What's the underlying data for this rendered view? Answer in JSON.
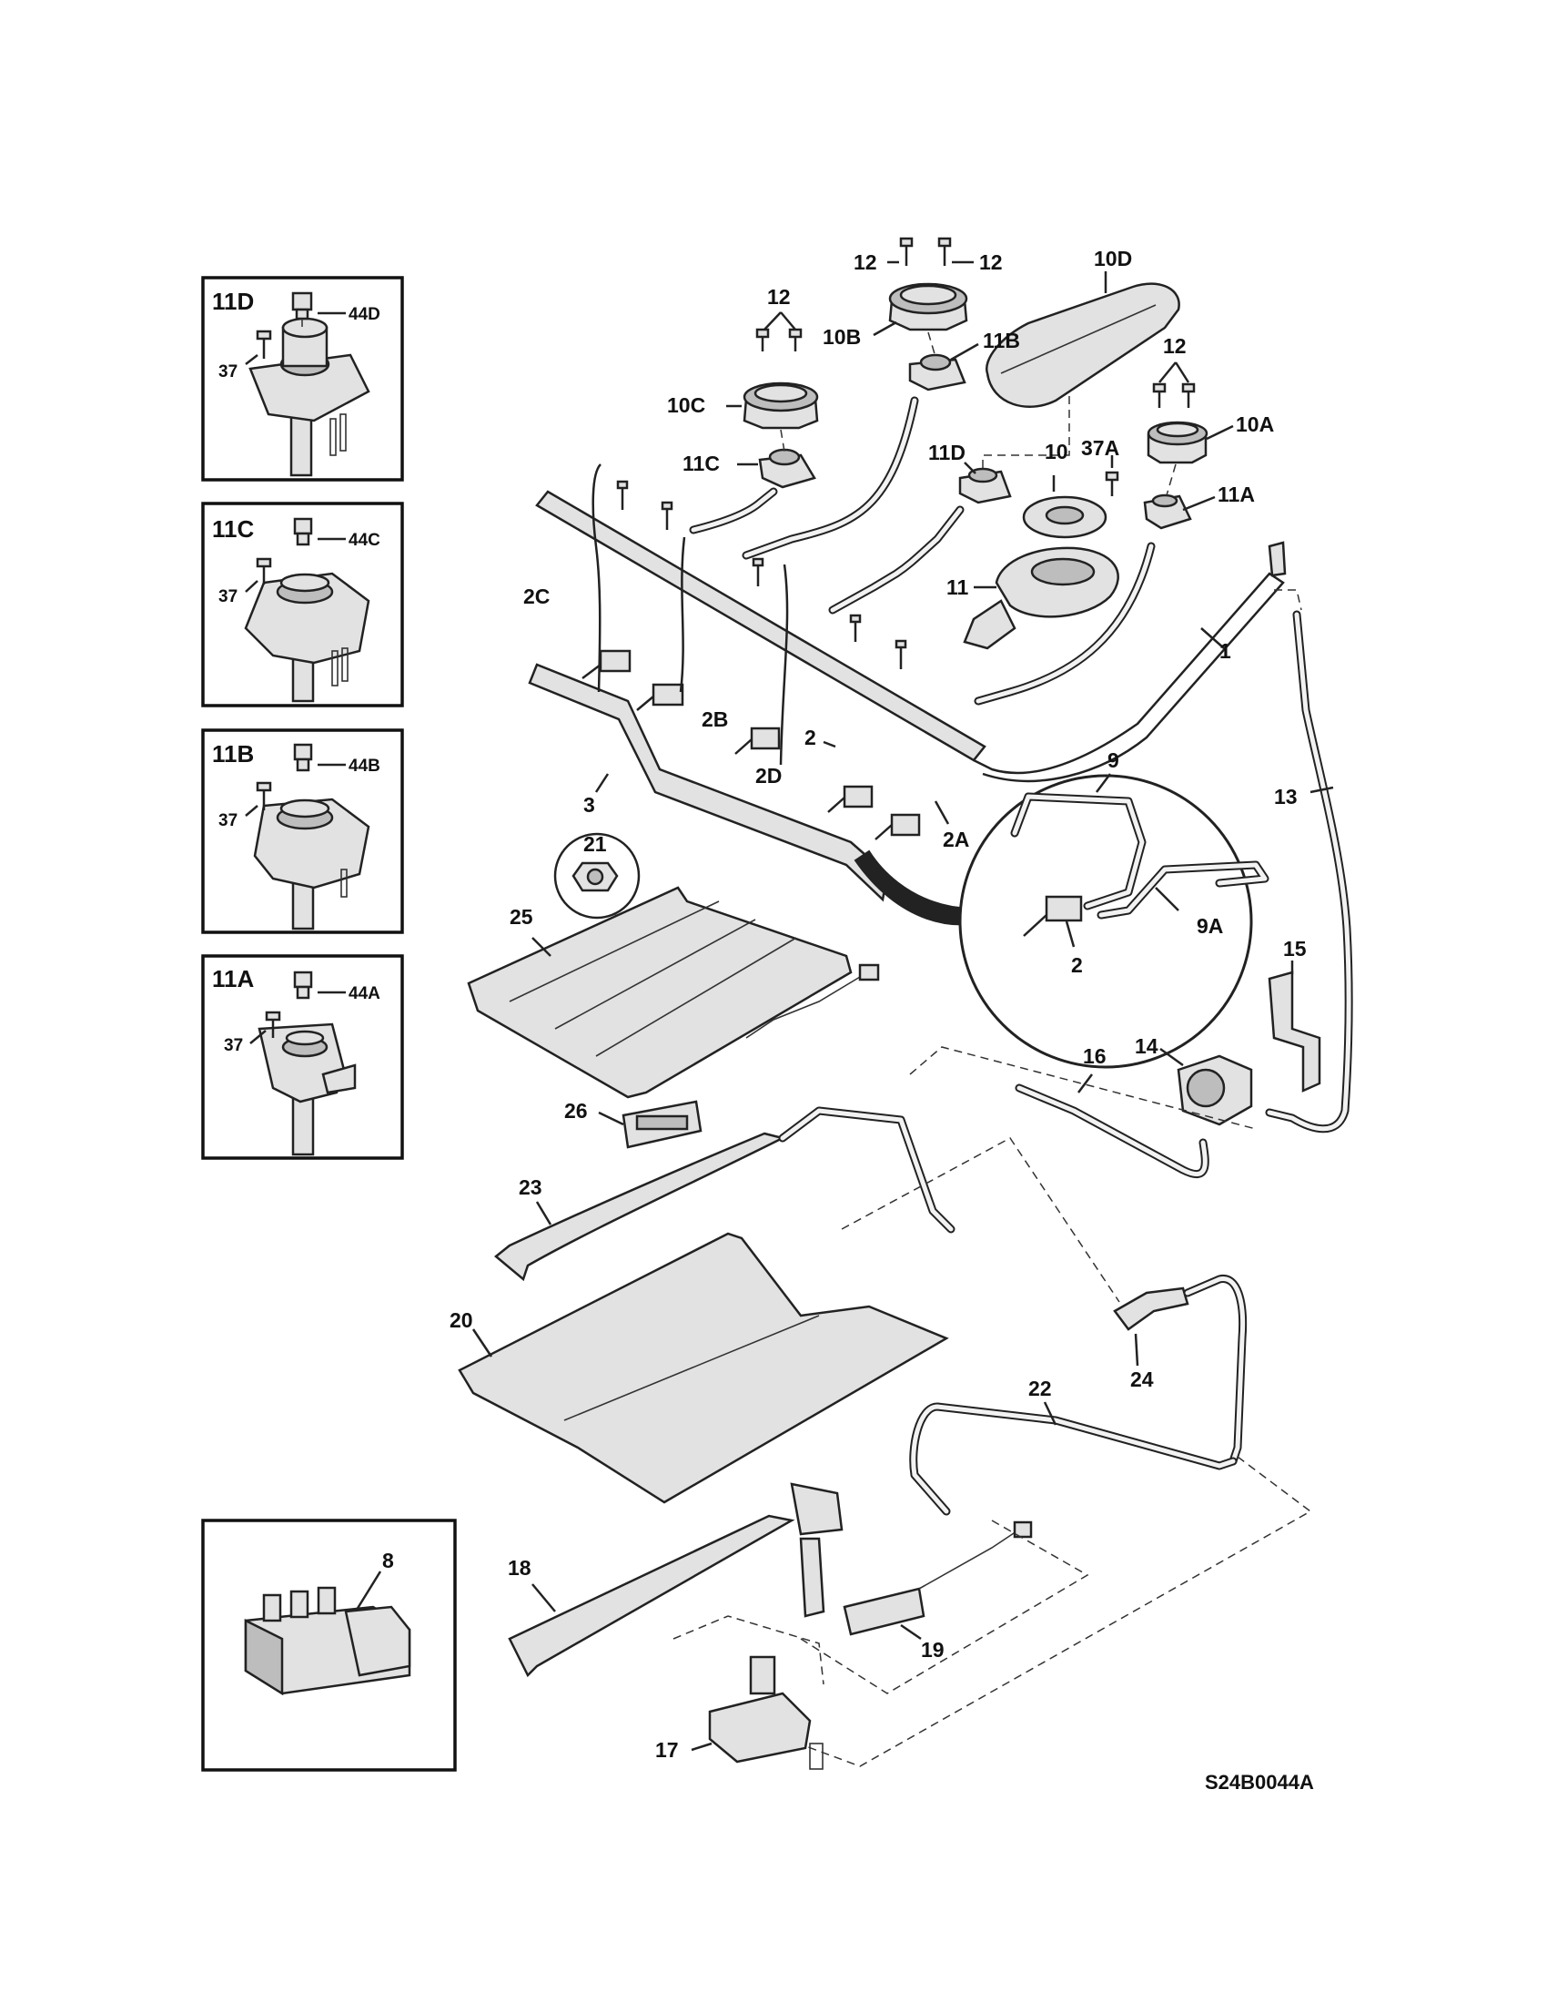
{
  "diagram": {
    "code": "S24B0044A",
    "insets": [
      {
        "id": "inset-11d",
        "title": "11D",
        "labels": [
          "44D",
          "37"
        ]
      },
      {
        "id": "inset-11c",
        "title": "11C",
        "labels": [
          "44C",
          "37"
        ]
      },
      {
        "id": "inset-11b",
        "title": "11B",
        "labels": [
          "44B",
          "37"
        ]
      },
      {
        "id": "inset-11a",
        "title": "11A",
        "labels": [
          "44A",
          "37"
        ]
      }
    ],
    "inset_8_label": "8",
    "callouts": {
      "c12a": "12",
      "c12b": "12",
      "c12c": "12",
      "c12d": "12",
      "c10d": "10D",
      "c10b": "10B",
      "c11b": "11B",
      "c10c": "10C",
      "c11c": "11C",
      "c11d": "11D",
      "c10": "10",
      "c37a": "37A",
      "c10a": "10A",
      "c11a": "11A",
      "c11": "11",
      "c1": "1",
      "c2c": "2C",
      "c2b": "2B",
      "c2d": "2D",
      "c2": "2",
      "c2a": "2A",
      "c3": "3",
      "c21": "21",
      "c25": "25",
      "c9": "9",
      "c9a": "9A",
      "c2det": "2",
      "c13": "13",
      "c15": "15",
      "c14": "14",
      "c16": "16",
      "c26": "26",
      "c23": "23",
      "c24": "24",
      "c20": "20",
      "c22": "22",
      "c18": "18",
      "c19": "19",
      "c17": "17"
    }
  }
}
